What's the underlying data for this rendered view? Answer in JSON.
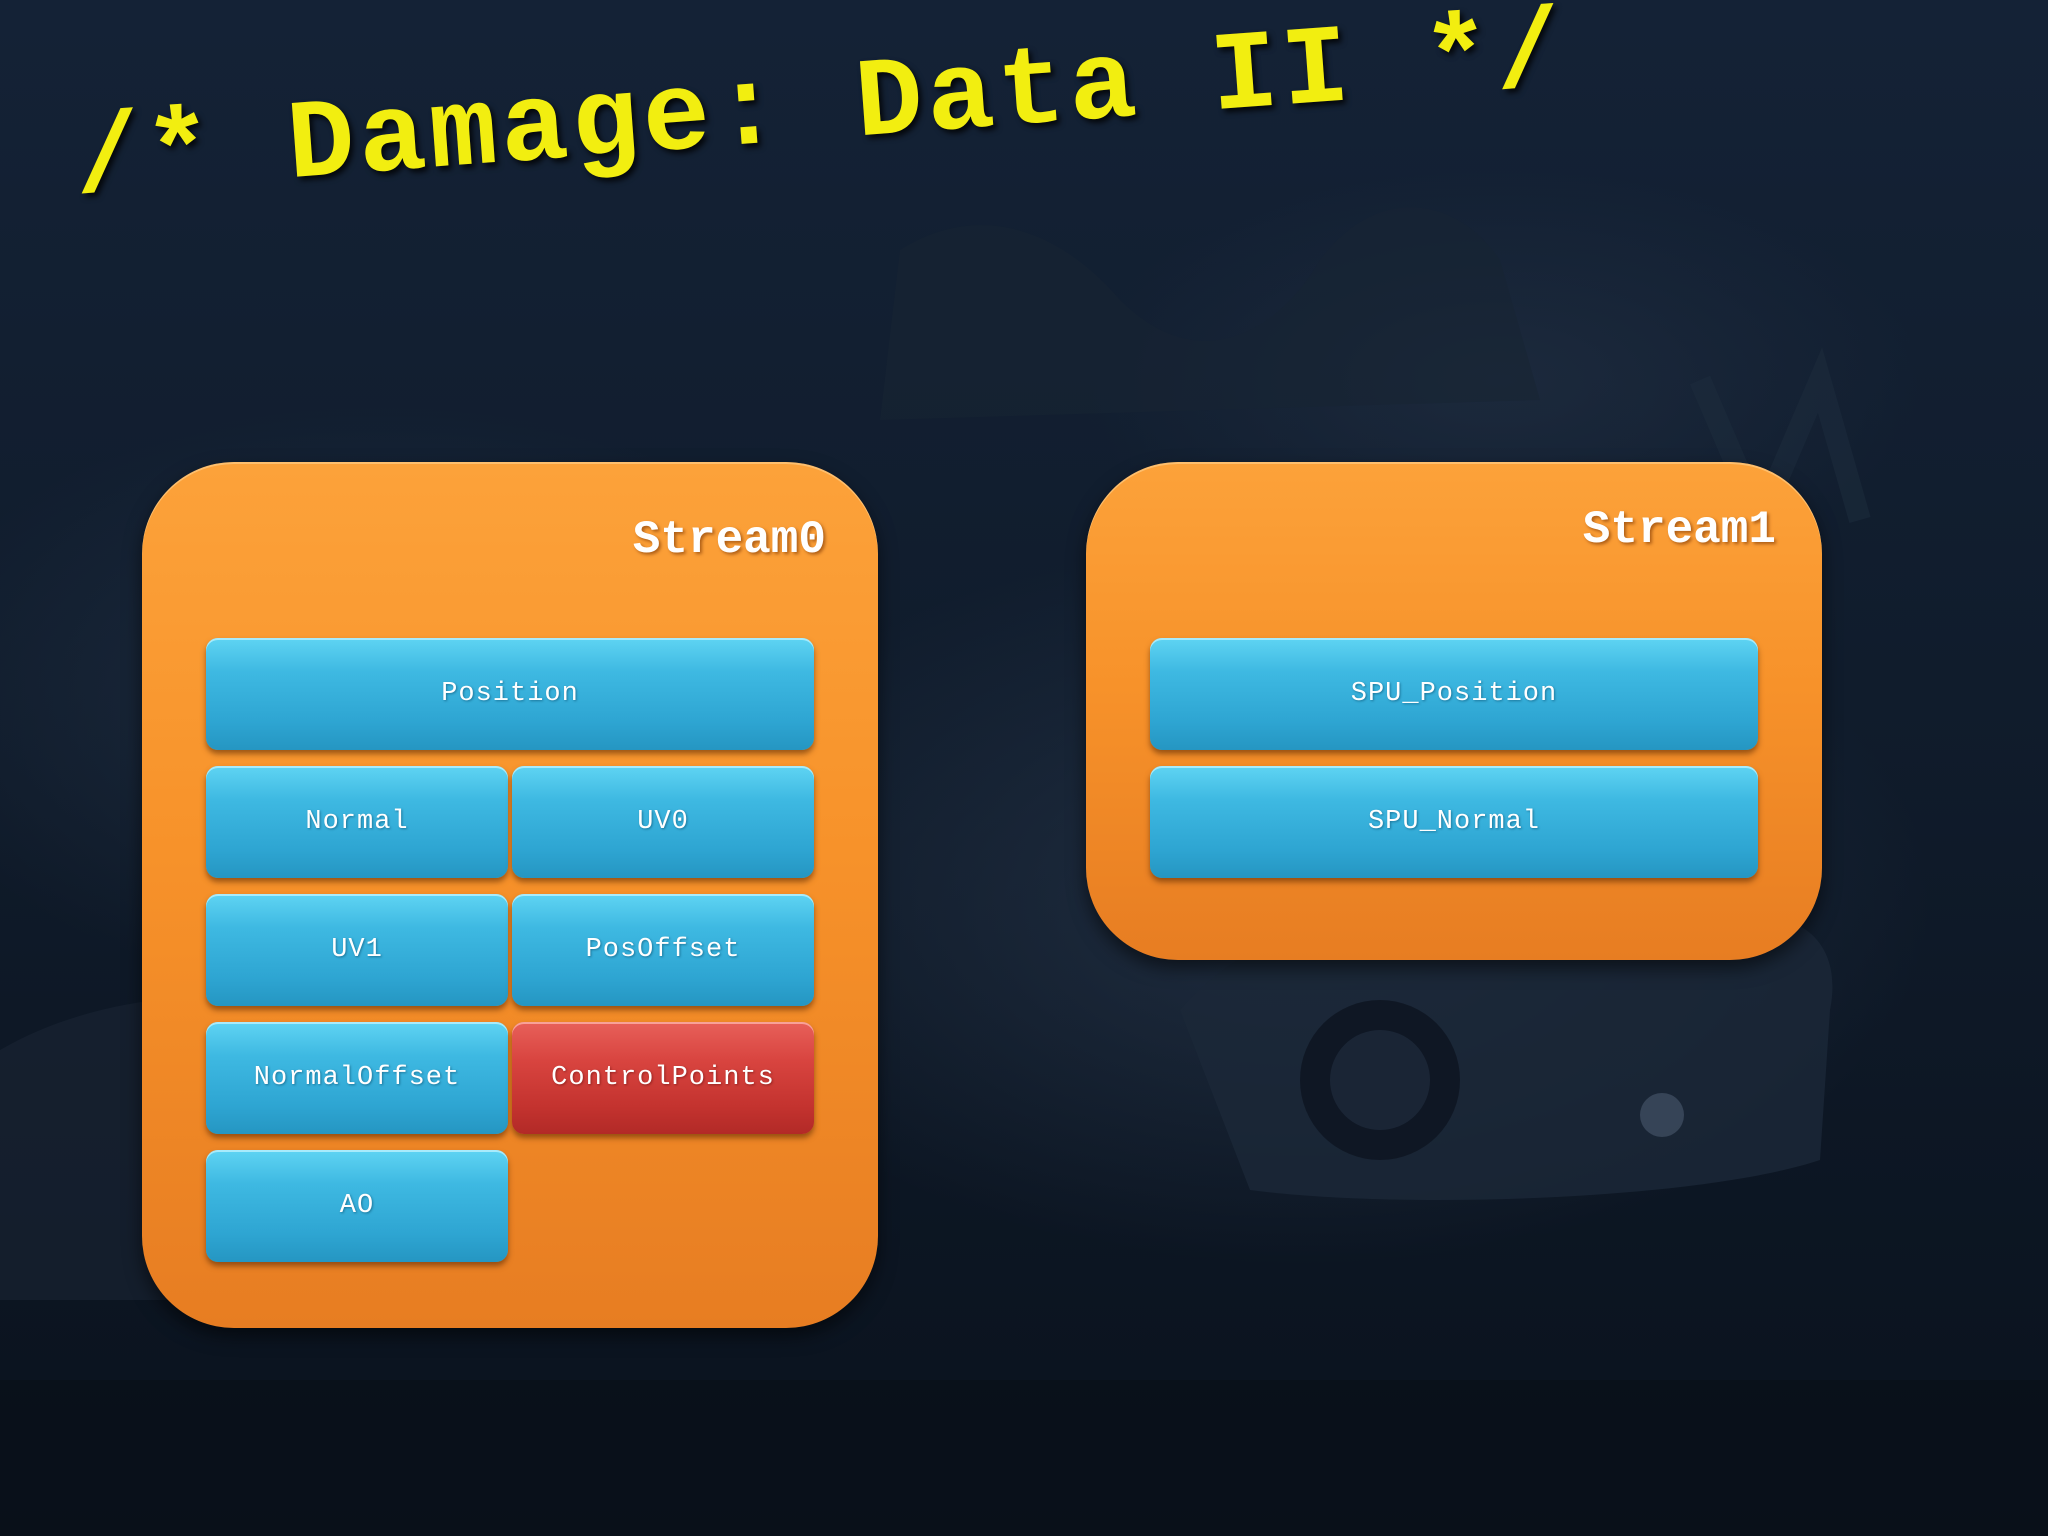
{
  "slide": {
    "title": "/* Damage: Data II */",
    "accent_color": "#f2ee10",
    "container_color": "#f7922a",
    "field_color": "#3eb9e2",
    "highlight_color": "#d8443f"
  },
  "streams": [
    {
      "name": "Stream0",
      "fields": [
        {
          "label": "Position",
          "color": "blue"
        },
        {
          "label": "Normal",
          "color": "blue"
        },
        {
          "label": "UV0",
          "color": "blue"
        },
        {
          "label": "UV1",
          "color": "blue"
        },
        {
          "label": "PosOffset",
          "color": "blue"
        },
        {
          "label": "NormalOffset",
          "color": "blue"
        },
        {
          "label": "ControlPoints",
          "color": "red"
        },
        {
          "label": "AO",
          "color": "blue"
        }
      ]
    },
    {
      "name": "Stream1",
      "fields": [
        {
          "label": "SPU_Position",
          "color": "blue"
        },
        {
          "label": "SPU_Normal",
          "color": "blue"
        }
      ]
    }
  ]
}
